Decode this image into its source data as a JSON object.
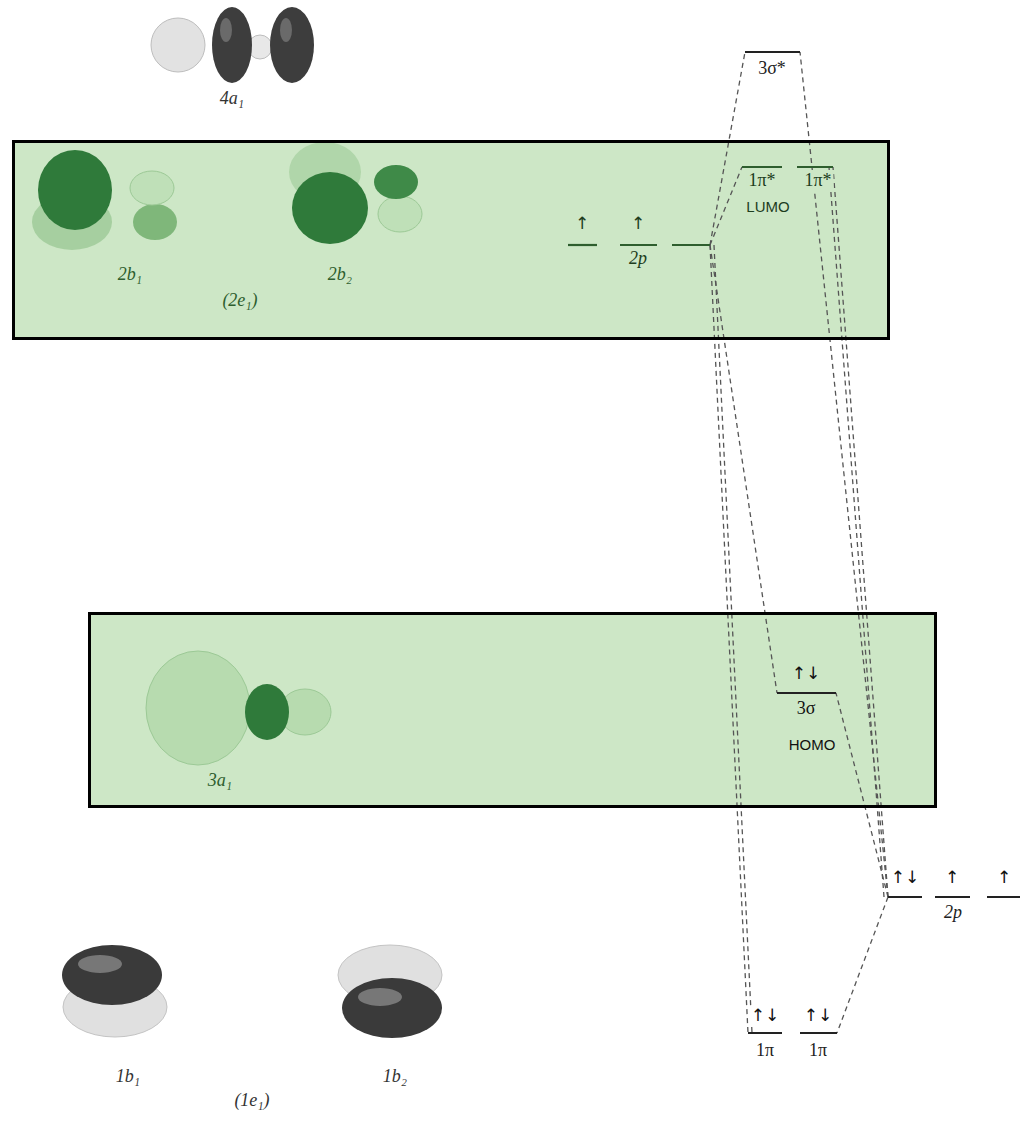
{
  "diagram": {
    "nodes": [
      {
        "text": [
          "2b₁",
          "2b₂",
          "(2e₁)",
          "↑",
          "↑",
          "2p",
          "1π*",
          "1π*",
          "LUMO"
        ]
      },
      {
        "text": [
          "3a₁",
          "↑↓",
          "3σ",
          "HOMO"
        ]
      }
    ],
    "labels": [
      "4a₁",
      "3σ*",
      "↑↓",
      "↑",
      "↑",
      "2p",
      "↑↓",
      "↑↓",
      "1π",
      "1π",
      "1b₁",
      "1b₂",
      "(1e₁)"
    ]
  }
}
